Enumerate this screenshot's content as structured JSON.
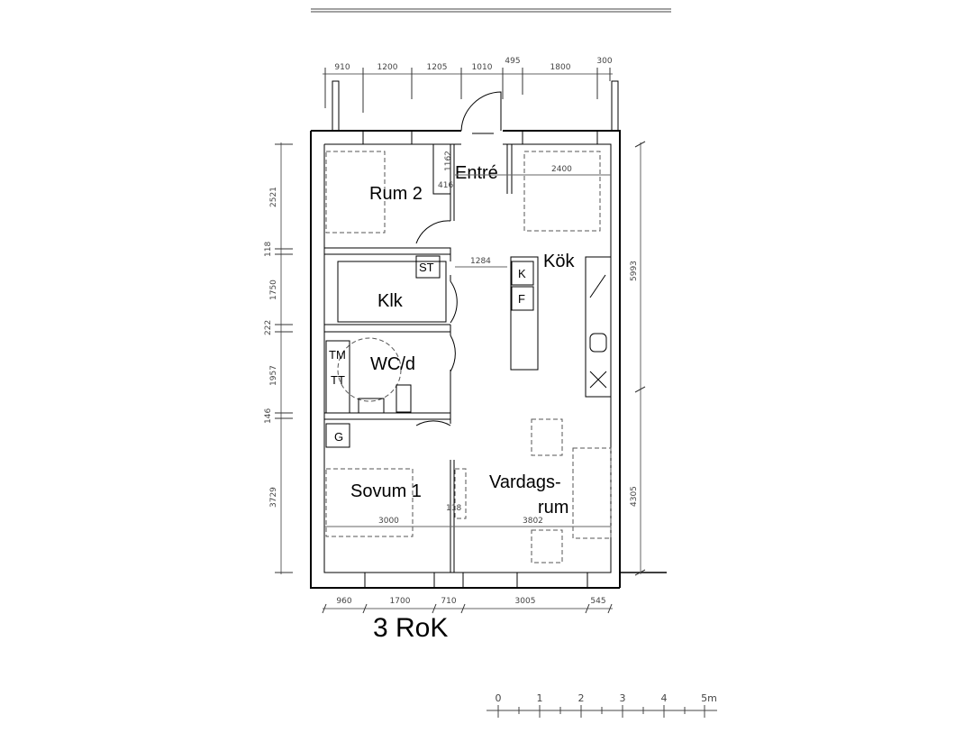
{
  "plan": {
    "title": "3 RoK",
    "rooms": {
      "rum2": "Rum 2",
      "entre": "Entré",
      "kok": "Kök",
      "klk": "Klk",
      "wcd": "WC/d",
      "sovum1": "Sovum 1",
      "vardags_line1": "Vardags-",
      "vardags_line2": "rum"
    },
    "fixtures": {
      "st": "ST",
      "k": "K",
      "f": "F",
      "tm": "TM",
      "tt": "TT",
      "g": "G"
    },
    "dims_top": [
      "910",
      "1200",
      "1205",
      "1010",
      "495",
      "1800",
      "300"
    ],
    "dims_left": [
      "2521",
      "118",
      "1750",
      "222",
      "1957",
      "146",
      "3729"
    ],
    "dims_right": [
      "5993",
      "4305"
    ],
    "dims_bottom": [
      "960",
      "1700",
      "710",
      "3005",
      "545"
    ],
    "dims_inner": {
      "d1162": "1162",
      "d416": "416",
      "d2400": "2400",
      "d1284": "1284",
      "d118": "118",
      "d3000": "3000",
      "d3802": "3802"
    },
    "scale_labels": [
      "0",
      "1",
      "2",
      "3",
      "4",
      "5m"
    ]
  }
}
